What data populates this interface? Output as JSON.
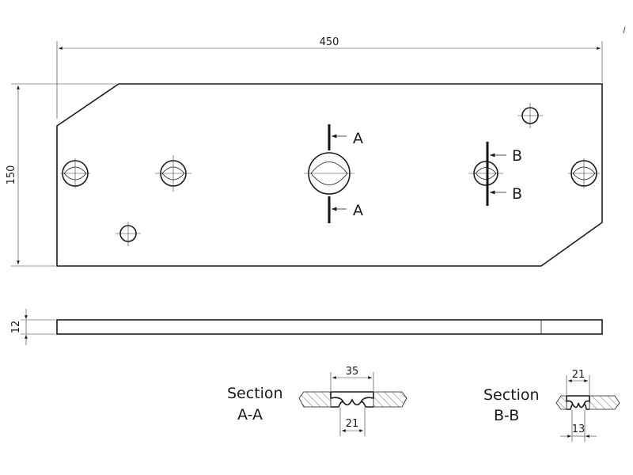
{
  "dimensions": {
    "length": "450",
    "height": "150",
    "thickness": "12"
  },
  "section_marks": {
    "a": "A",
    "b": "B"
  },
  "section_aa": {
    "title_line1": "Section",
    "title_line2": "A-A",
    "top_dim": "35",
    "bottom_dim": "21"
  },
  "section_bb": {
    "title_line1": "Section",
    "title_line2": "B-B",
    "top_dim": "21",
    "bottom_dim": "13"
  }
}
